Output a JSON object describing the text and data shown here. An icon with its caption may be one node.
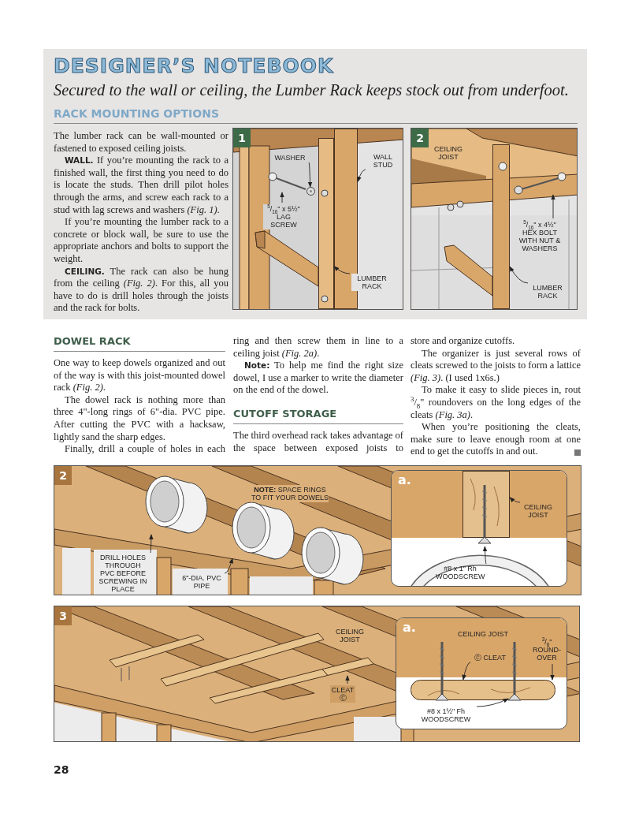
{
  "diagram": {
    "title": "DESIGNER’S NOTEBOOK",
    "nodes": [
      {
        "text": [
          "1"
        ]
      },
      {
        "text": [
          "WASHER"
        ],
        "in": 0
      },
      {
        "text": [
          "WALL STUD"
        ],
        "in": 0
      },
      {
        "text": [
          "$^{5}$/$_{16}$\" x 5½\" LAG SCREW"
        ],
        "in": 0
      },
      {
        "text": [
          "LUMBER RACK"
        ],
        "in": 0
      },
      {
        "text": [],
        "shape": "circle",
        "in": 0
      },
      {
        "text": [],
        "shape": "bar",
        "in": 0
      },
      {
        "text": [],
        "shape": "picture",
        "in": 0
      },
      {
        "text": [],
        "shape": "bar",
        "in": 0
      },
      {
        "text": [
          "2"
        ]
      },
      {
        "text": [
          "$^{5}$/$_{16}$\" x 4½\" HEX BOLT WITH NUT & WASHERS"
        ],
        "in": 9
      },
      {
        "text": [
          "LUMBER RACK"
        ],
        "in": 9
      },
      {
        "text": [],
        "shape": "picture",
        "in": 9
      },
      {
        "text": [],
        "shape": "bar",
        "in": 9
      },
      {
        "text": [
          "2"
        ]
      },
      {
        "text": [
          "DRILL HOLES THROUGH PVC BEFORE SCREWING IN PLACE"
        ],
        "in": 14
      },
      {
        "text": [
          "6\"-DIA. PVC PIPE"
        ],
        "in": 14
      },
      {
        "text": [],
        "shape": "cylinder",
        "in": 14
      },
      {
        "text": [],
        "shape": "cylinder",
        "in": 14
      },
      {
        "text": [
          "a."
        ],
        "in": 14
      },
      {
        "text": [
          "CEILING JOIST"
        ],
        "in": 19
      },
      {
        "text": [
          "#8 x 1\" Rh WOODSCREW"
        ],
        "in": 19
      },
      {
        "text": [],
        "shape": "box",
        "in": 19
      },
      {
        "text": [],
        "shape": "picture",
        "in": 19
      },
      {
        "text": [
          "3"
        ]
      },
      {
        "text": [
          "CLEAT Ⓒ"
        ],
        "in": 24
      },
      {
        "text": [],
        "shape": "bar",
        "in": 24
      },
      {
        "text": [
          "a."
        ],
        "in": 24
      },
      {
        "text": [
          "Ⓒ CLEAT"
        ],
        "in": 27
      },
      {
        "text": [
          "$^{3}$/$_{8}$\" ROUND-OVER"
        ],
        "in": 27
      },
      {
        "text": [
          "#8 x 1½\" Fh WOODSCREW"
        ],
        "in": 27
      },
      {
        "text": [],
        "shape": "bar",
        "in": 27
      },
      {
        "text": [],
        "shape": "picture",
        "in": 27
      }
    ],
    "edges": [
      {
        "from": 1,
        "to": 5,
        "arrow": "to"
      },
      {
        "from": 2,
        "to": 8,
        "arrow": "to"
      },
      {
        "from": 3,
        "to": 7,
        "arrow": "to"
      },
      {
        "from": 4,
        "to": 6,
        "arrow": "to"
      },
      {
        "from": 10,
        "to": 12,
        "arrow": "to"
      },
      {
        "from": 11,
        "to": 13,
        "arrow": "to"
      },
      {
        "from": 15,
        "to": 17,
        "arrow": "to"
      },
      {
        "from": 16,
        "to": 18,
        "arrow": "to"
      },
      {
        "from": 20,
        "to": 22,
        "arrow": "to"
      },
      {
        "from": 21,
        "to": 23,
        "arrow": "to"
      },
      {
        "from": 25,
        "to": 26,
        "arrow": "to"
      },
      {
        "from": 28,
        "to": 31,
        "arrow": "to"
      },
      {
        "from": 29,
        "to": 31,
        "arrow": "to"
      },
      {
        "from": 30,
        "to": 32,
        "arrow": "to"
      }
    ],
    "labels": [
      "Secured to the wall or ceiling, the Lumber Rack keeps stock out from underfoot.",
      "RACK MOUNTING OPTIONS",
      "The lumber rack can be wall-mounted or fastened to exposed ceiling joists.",
      "**WALL.** If you’re mounting the rack to a finished wall, the first thing you need to do is locate the studs. Then drill pilot holes through the arms, and screw each rack to a stud with lag screws and washers *(Fig. 1)*.",
      "If you’re mounting the lumber rack to a concrete or block wall, be sure to use the appropriate anchors and bolts to support the weight.",
      "**CEILING.** The rack can also be hung from the ceiling *(Fig. 2)*. For this, all you have to do is drill holes through the joists and the rack for bolts.",
      "CEILING JOIST",
      "DOWEL RACK",
      "One way to keep dowels organized and out of the way is with this joist-mounted dowel rack *(Fig. 2)*.",
      "The dowel rack is nothing more than three 4\"-long rings of 6\"-dia. PVC pipe. After cutting the PVC with a hacksaw, lightly sand the sharp edges.",
      "Finally, drill a couple of holes in each",
      "ring and then screw them in line to a ceiling joist *(Fig. 2a)*.",
      "**Note:** To help me find the right size dowel, I use a marker to write the diameter on the end of the dowel.",
      "CUTOFF STORAGE",
      "The third overhead rack takes advantage of the space between exposed joists to",
      "store and organize cutoffs.",
      "The organizer is just several rows of cleats screwed to the joists to form a lattice *(Fig. 3)*. (I used 1x6s.)",
      "To make it easy to slide pieces in, rout $^{3}$/$_{8}$\" roundovers on the long edges of the cleats *(Fig. 3a)*.",
      "When you’re positioning the cleats, make sure to leave enough room at one end to get the cutoffs in and out.",
      "**NOTE:** SPACE RINGS TO FIT YOUR DOWELS",
      "CEILING JOIST",
      "CEILING JOIST",
      "28"
    ]
  }
}
